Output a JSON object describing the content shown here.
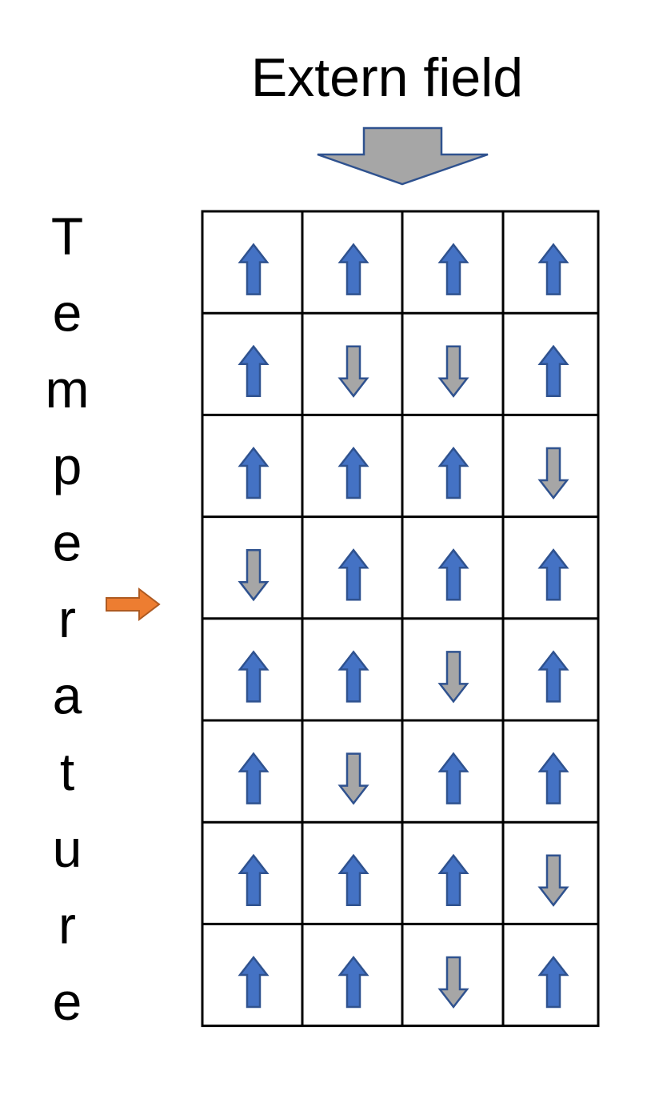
{
  "title": "Extern field",
  "side_label": "Temperature",
  "colors": {
    "up_arrow_fill": "#4472C4",
    "up_arrow_stroke": "#2F528F",
    "down_arrow_fill": "#A6A6A6",
    "down_arrow_stroke": "#2F528F",
    "field_arrow_fill": "#A6A6A6",
    "field_arrow_stroke": "#2F528F",
    "indicator_fill": "#ED7D31",
    "indicator_stroke": "#AE5A21",
    "grid_line": "#000000"
  },
  "icons": {
    "field_arrow": "down-block-arrow-icon",
    "row_indicator": "right-block-arrow-icon",
    "spin_up": "up-arrow-icon",
    "spin_down": "down-arrow-icon"
  },
  "lattice": {
    "rows": 8,
    "cols": 4,
    "spins": [
      [
        "up",
        "up",
        "up",
        "up"
      ],
      [
        "up",
        "down",
        "down",
        "up"
      ],
      [
        "up",
        "up",
        "up",
        "down"
      ],
      [
        "down",
        "up",
        "up",
        "up"
      ],
      [
        "up",
        "up",
        "down",
        "up"
      ],
      [
        "up",
        "down",
        "up",
        "up"
      ],
      [
        "up",
        "up",
        "up",
        "down"
      ],
      [
        "up",
        "up",
        "down",
        "up"
      ]
    ]
  },
  "indicator_row": 4
}
